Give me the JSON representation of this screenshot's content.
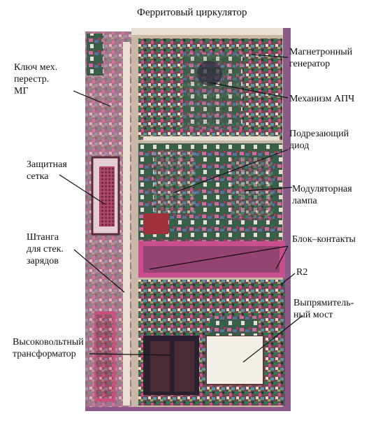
{
  "title": "Ферритовый циркулятор",
  "labels": {
    "key": "Ключ  мех.\nперестр.\nМГ",
    "screen": "Защитная\nсетка",
    "rod": "Штанга\nдля стек.\nзарядов",
    "hv_transformer": "Высоковольтный\nтрансформатор",
    "magnetron": "Магнетронный\nгенератор",
    "afc": "Механизм АПЧ",
    "cut_diode": "Подрезающий\nдиод",
    "mod_lamp": "Модуляторная\nлампа",
    "block_contacts": "Блок–контакты",
    "r2": "R2",
    "rectifier": "Выпрямитель-\nный мост"
  },
  "colors": {
    "cabinet_frame": "#c9b8a6",
    "panel_dark": "#4d3b3a",
    "panel_green": "#2e7a4e",
    "panel_pink": "#d85a9a",
    "panel_blue": "#5a70a0",
    "leader_line": "#111111"
  }
}
